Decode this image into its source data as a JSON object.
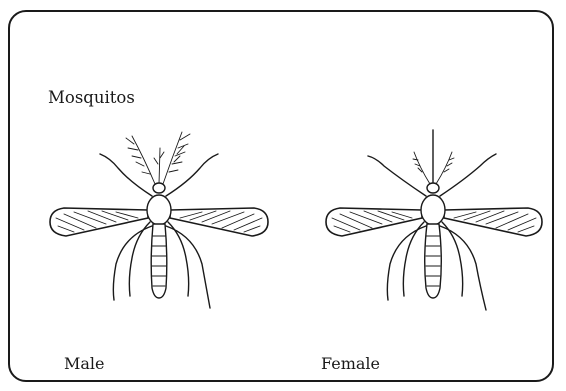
{
  "title": "Mosquitos",
  "figures": [
    {
      "label": "Male"
    },
    {
      "label": "Female"
    }
  ]
}
